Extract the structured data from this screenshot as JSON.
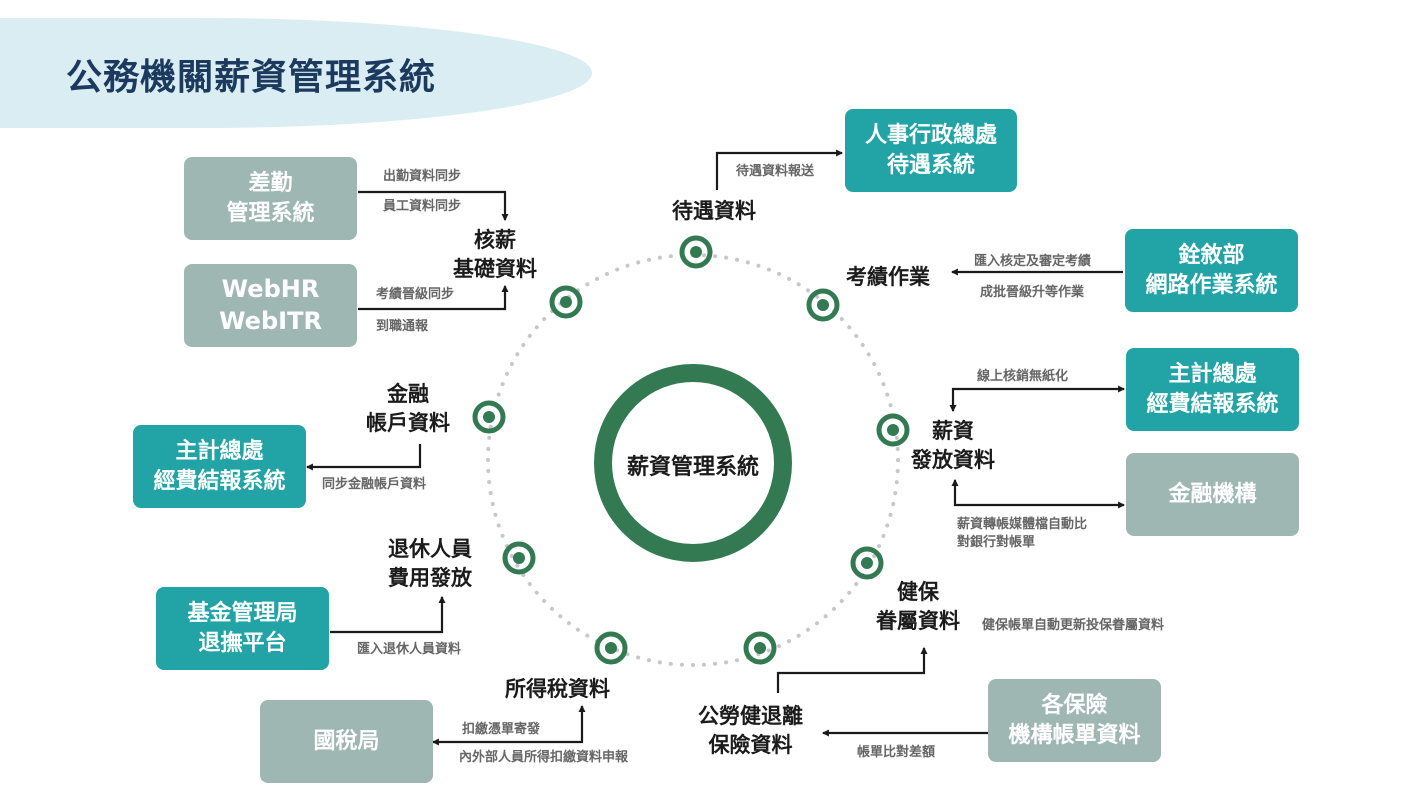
{
  "title": "公務機關薪資管理系統",
  "center": "薪資管理系統",
  "colors": {
    "teal_box": "#22a3a5",
    "gray_box": "#9fb7b3",
    "ring": "#337a52",
    "title_band": "#d9edf3",
    "title_text": "#1c3a5e",
    "connector": "#1a1a1a",
    "dotted_circle": "#c8c8c8"
  },
  "nodes": {
    "daiyu": [
      "待遇資料"
    ],
    "kaoji": [
      "考績作業"
    ],
    "xinzi": [
      "薪資",
      "發放資料"
    ],
    "jianbao": [
      "健保",
      "眷屬資料"
    ],
    "gonglao": [
      "公勞健退離",
      "保險資料"
    ],
    "suodeshui": [
      "所得稅資料"
    ],
    "tuixiu": [
      "退休人員",
      "費用發放"
    ],
    "jinrong": [
      "金融",
      "帳戶資料"
    ],
    "hexin": [
      "核薪",
      "基礎資料"
    ]
  },
  "systems": {
    "chaqin": [
      "差勤",
      "管理系統"
    ],
    "webhr": [
      "WebHR",
      "WebITR"
    ],
    "renshi": [
      "人事行政總處",
      "待遇系統"
    ],
    "quanxu": [
      "銓敘部",
      "網路作業系統"
    ],
    "zhuji_right": [
      "主計總處",
      "經費結報系統"
    ],
    "jinrong_jigou": [
      "金融機構"
    ],
    "baoxian": [
      "各保險",
      "機構帳單資料"
    ],
    "guoshui": [
      "國稅局"
    ],
    "jijin": [
      "基金管理局",
      "退撫平台"
    ],
    "zhuji_left": [
      "主計總處",
      "經費結報系統"
    ]
  },
  "annotations": {
    "chuqin_sync": "出勤資料同步",
    "yuangong_sync": "員工資料同步",
    "kaoji_sync": "考績晉級同步",
    "daozhi": "到職通報",
    "daiyu_report": "待遇資料報送",
    "kaoji_import": "匯入核定及審定考績",
    "kaoji_batch": "成批晉級升等作業",
    "xianshang": "線上核銷無紙化",
    "zhuanzhang": [
      "薪資轉帳媒體檔自動比",
      "對銀行對帳單"
    ],
    "jianbao_update": "健保帳單自動更新投保眷屬資料",
    "zhangdan_compare": "帳單比對差額",
    "koujiao_send": "扣繳憑單寄發",
    "suode_report": "內外部人員所得扣繳資料申報",
    "tuixiu_import": "匯入退休人員資料",
    "jinrong_sync": "同步金融帳戶資料"
  }
}
